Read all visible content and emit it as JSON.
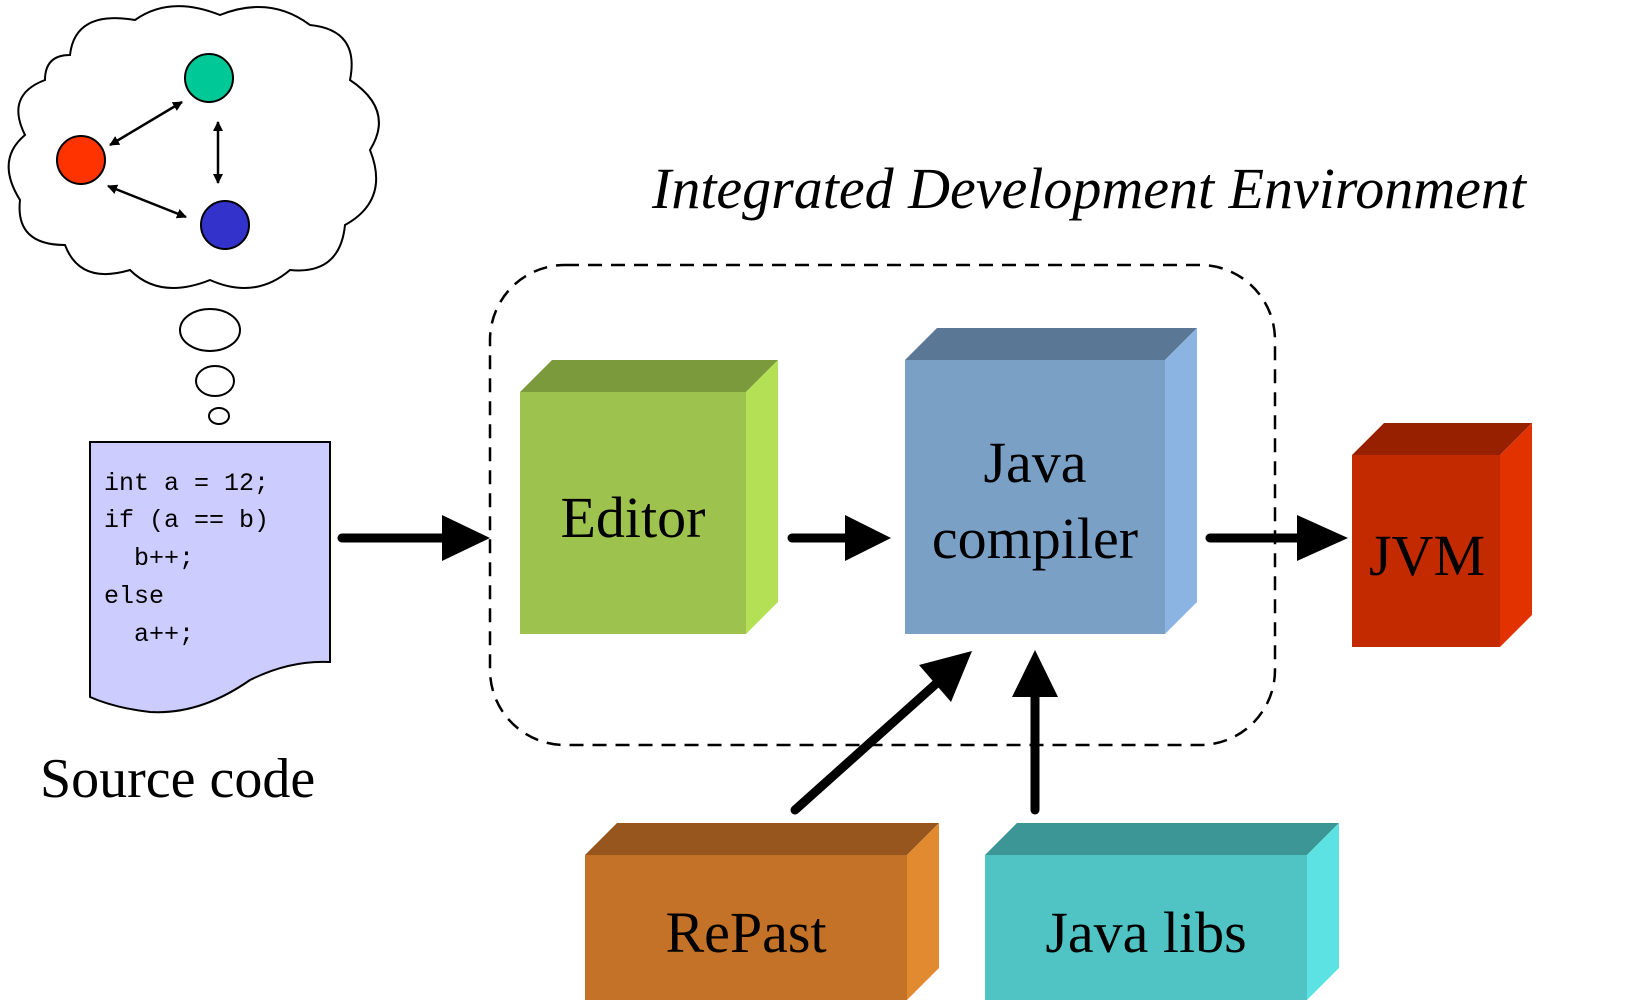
{
  "title": "Integrated Development Environment",
  "source": {
    "code_lines": [
      "int a = 12;",
      "if (a == b)",
      "  b++;",
      "else",
      "  a++;"
    ],
    "label": "Source code",
    "paper_color": "#ccccff"
  },
  "thought_nodes": [
    {
      "name": "node-green",
      "color": "#00c896"
    },
    {
      "name": "node-red",
      "color": "#ff3300"
    },
    {
      "name": "node-blue",
      "color": "#3333cc"
    }
  ],
  "boxes": {
    "editor": {
      "label": "Editor",
      "front": "#9dc24e",
      "top": "#7a9a3c",
      "side": "#b3e055"
    },
    "compiler": {
      "label_line1": "Java",
      "label_line2": "compiler",
      "front": "#7aa0c6",
      "top": "#5a7896",
      "side": "#8cb4e2"
    },
    "jvm": {
      "label": "JVM",
      "front": "#c42a00",
      "top": "#962000",
      "side": "#e23200"
    },
    "repast": {
      "label": "RePast",
      "front": "#c47228",
      "top": "#96561e",
      "side": "#e28a30"
    },
    "javalibs": {
      "label": "Java libs",
      "front": "#50c4c4",
      "top": "#3c9696",
      "side": "#5ce2e2"
    }
  }
}
